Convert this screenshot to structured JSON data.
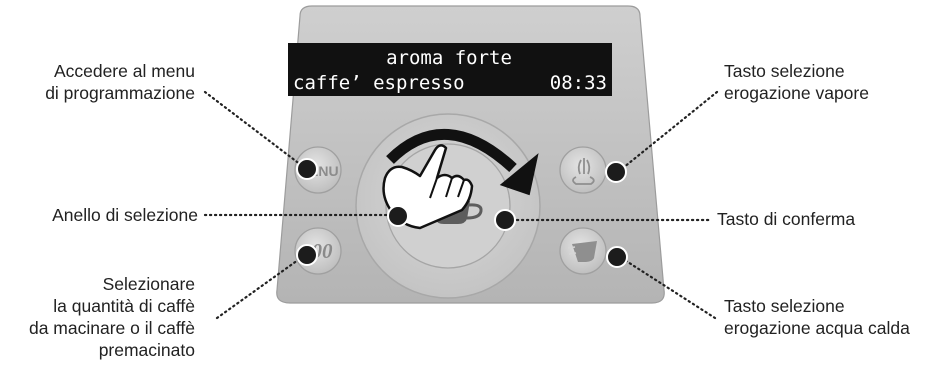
{
  "display": {
    "line1": "aroma forte",
    "line2": "caffe’ espresso",
    "time": "08:33"
  },
  "buttons": {
    "menu_glyph": "MENU",
    "aroma_glyph": "00"
  },
  "callouts": {
    "menu": [
      "Accedere al menu",
      "di programmazione"
    ],
    "ring": [
      "Anello di selezione"
    ],
    "quantity": [
      "Selezionare",
      "la quantità di caffè",
      "da macinare o il caffè",
      "premacinato"
    ],
    "steam": [
      "Tasto selezione",
      "erogazione vapore"
    ],
    "confirm": [
      "Tasto di conferma"
    ],
    "hot_water": [
      "Tasto selezione",
      "erogazione acqua calda"
    ]
  },
  "icons": {
    "menu": "menu-button-icon",
    "aroma": "aroma-button-icon",
    "steam": "steam-icon",
    "hot_water": "hot-water-icon",
    "cup": "coffee-cup-icon",
    "hand": "pointing-hand-icon",
    "arrow": "rotation-arrow-icon"
  },
  "colors": {
    "panel": "#bdbdbd",
    "panel_top": "#c9c9c9",
    "lcd": "#111111",
    "button": "#d4d4d4",
    "dot": "#1c1c1c",
    "text": "#222222"
  }
}
